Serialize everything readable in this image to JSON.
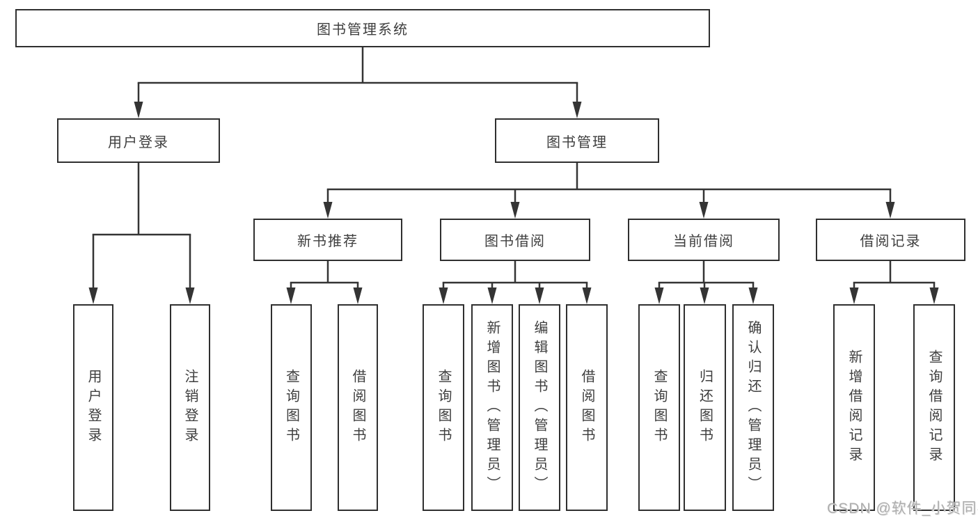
{
  "diagram": {
    "tree": {
      "root": "图书管理系统",
      "children": [
        {
          "label": "用户登录",
          "children": [
            "用户登录",
            "注销登录"
          ]
        },
        {
          "label": "图书管理",
          "children": [
            {
              "label": "新书推荐",
              "children": [
                "查询图书",
                "借阅图书"
              ]
            },
            {
              "label": "图书借阅",
              "children": [
                "查询图书",
                "新增图书（管理员）",
                "编辑图书（管理员）",
                "借阅图书"
              ]
            },
            {
              "label": "当前借阅",
              "children": [
                "查询图书",
                "归还图书",
                "确认归还（管理员）"
              ]
            },
            {
              "label": "借阅记录",
              "children": [
                "新增借阅记录",
                "查询借阅记录"
              ]
            }
          ]
        }
      ]
    },
    "watermark": {
      "text": "CSDN @软件_小贺同学"
    },
    "colors": {
      "background": "#ffffff",
      "box_border": "#2f2f2f",
      "connector_line": "#343434",
      "text": "#3e3e3e",
      "watermark_text": "#aeaeae"
    }
  }
}
